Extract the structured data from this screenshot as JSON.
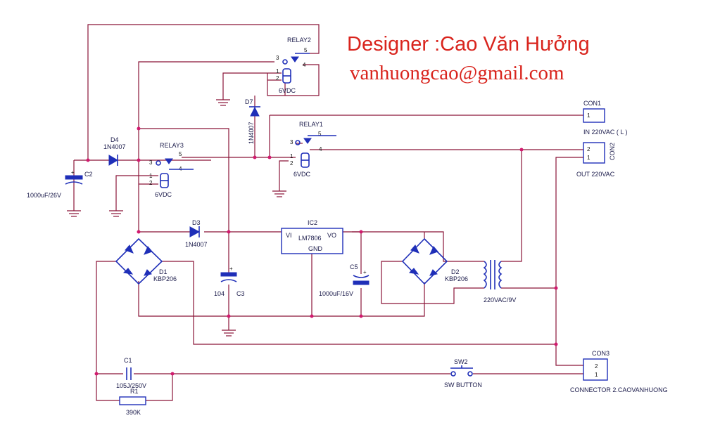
{
  "credits": {
    "designer": "Designer :Cao Văn Hưởng",
    "email": "vanhuongcao@gmail.com"
  },
  "components": {
    "relay2": {
      "name": "RELAY2",
      "voltage": "6VDC",
      "pins": [
        "1",
        "2",
        "3",
        "4",
        "5"
      ]
    },
    "relay1": {
      "name": "RELAY1",
      "voltage": "6VDC",
      "pins": [
        "1",
        "2",
        "3",
        "4",
        "5"
      ]
    },
    "relay3": {
      "name": "RELAY3",
      "voltage": "6VDC",
      "pins": [
        "1",
        "2",
        "3",
        "4",
        "5"
      ]
    },
    "d7": {
      "name": "D7",
      "value": "1N4007"
    },
    "d4": {
      "name": "D4",
      "value": "1N4007"
    },
    "d3": {
      "name": "D3",
      "value": "1N4007"
    },
    "c2": {
      "name": "C2",
      "value": "1000uF/26V",
      "polarity": "+"
    },
    "c3": {
      "name": "C3",
      "value": "104",
      "polarity": "+"
    },
    "c5": {
      "name": "C5",
      "value": "1000uF/16V",
      "polarity": "+"
    },
    "c1": {
      "name": "C1",
      "value": "105J/250V"
    },
    "r1": {
      "name": "R1",
      "value": "390K"
    },
    "ic2": {
      "name": "IC2",
      "part": "LM7806",
      "vi": "VI",
      "vo": "VO",
      "gnd": "GND"
    },
    "d1": {
      "name": "D1",
      "value": "KBP206"
    },
    "d2": {
      "name": "D2",
      "value": "KBP206"
    },
    "transformer": {
      "value": "220VAC/9V"
    },
    "con1": {
      "name": "CON1",
      "pin": "1",
      "label": "IN 220VAC ( L )"
    },
    "con2": {
      "name": "CON2",
      "pins": [
        "2",
        "1"
      ],
      "label": "OUT 220VAC"
    },
    "con3": {
      "name": "CON3",
      "pins": [
        "2",
        "1"
      ],
      "label": "CONNECTOR 2.CAOVANHUONG"
    },
    "sw2": {
      "name": "SW2",
      "label": "SW BUTTON"
    }
  },
  "colors": {
    "wire": "#8a1538",
    "component": "#1f2fb8",
    "junction": "#d11a6e",
    "credit": "#d9241d"
  }
}
